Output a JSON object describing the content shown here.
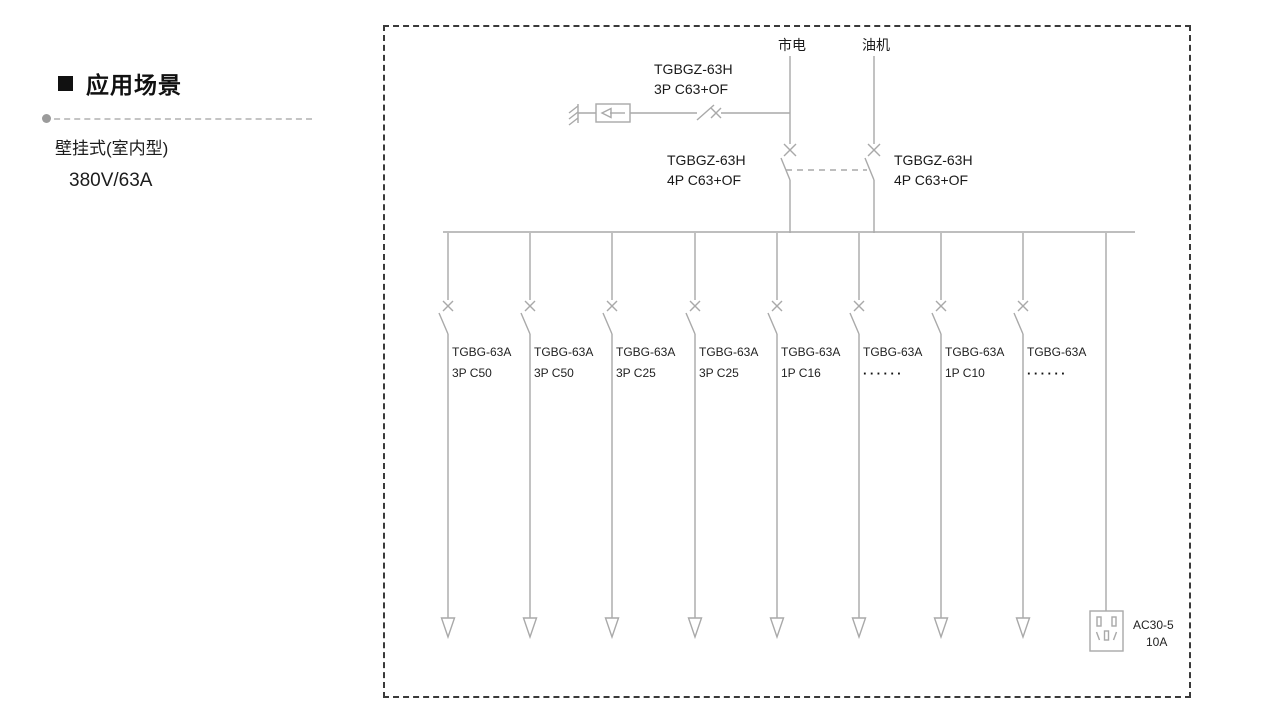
{
  "header": {
    "title": "应用场景",
    "mount_type": "壁挂式(室内型)",
    "rating": "380V/63A"
  },
  "diagram": {
    "mains_label": "市电",
    "genset_label": "油机",
    "spd_breaker": {
      "model": "TGBGZ-63H",
      "spec": "3P C63+OF"
    },
    "main_breaker_left": {
      "model": "TGBGZ-63H",
      "spec": "4P C63+OF"
    },
    "main_breaker_right": {
      "model": "TGBGZ-63H",
      "spec": "4P C63+OF"
    },
    "feeders": [
      {
        "model": "TGBG-63A",
        "spec": "3P C50"
      },
      {
        "model": "TGBG-63A",
        "spec": "3P C50"
      },
      {
        "model": "TGBG-63A",
        "spec": "3P C25"
      },
      {
        "model": "TGBG-63A",
        "spec": "3P C25"
      },
      {
        "model": "TGBG-63A",
        "spec": "1P C16"
      },
      {
        "model": "TGBG-63A",
        "spec": "······"
      },
      {
        "model": "TGBG-63A",
        "spec": "1P C10"
      },
      {
        "model": "TGBG-63A",
        "spec": "······"
      }
    ],
    "socket": {
      "model": "AC30-5",
      "rating": "10A"
    }
  },
  "icons": {
    "square_bullet": "black-square-bullet",
    "earth": "earth-ground-icon",
    "surge_arrester": "surge-arrester-icon",
    "breaker": "circuit-breaker-icon",
    "load_arrow": "load-arrow-icon",
    "socket": "power-socket-icon"
  }
}
